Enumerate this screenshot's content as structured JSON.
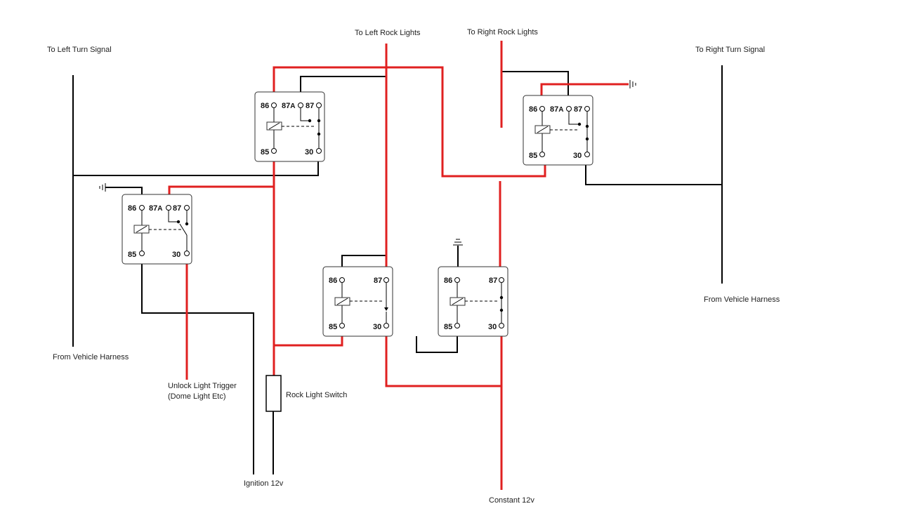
{
  "labels": {
    "left_turn_signal": "To Left Turn Signal",
    "left_rock_lights": "To Left Rock Lights",
    "right_rock_lights": "To Right Rock Lights",
    "right_turn_signal": "To Right Turn Signal",
    "left_from_harness": "From Vehicle Harness",
    "right_from_harness": "From Vehicle Harness",
    "unlock_trigger_line1": "Unlock Light Trigger",
    "unlock_trigger_line2": "(Dome Light Etc)",
    "rock_light_switch": "Rock Light Switch",
    "ignition": "Ignition 12v",
    "constant": "Constant 12v"
  },
  "pins": {
    "p86": "86",
    "p85": "85",
    "p87": "87",
    "p87a": "87",
    "p87a_suffix": "A",
    "p30": "30"
  },
  "colors": {
    "power_wire": "#e02020",
    "signal_wire": "#000000"
  },
  "relays": [
    {
      "id": "relay-top-center",
      "type": "5-pin"
    },
    {
      "id": "relay-top-right",
      "type": "5-pin"
    },
    {
      "id": "relay-left",
      "type": "5-pin"
    },
    {
      "id": "relay-bottom-center",
      "type": "4-pin"
    },
    {
      "id": "relay-bottom-right",
      "type": "4-pin"
    }
  ]
}
